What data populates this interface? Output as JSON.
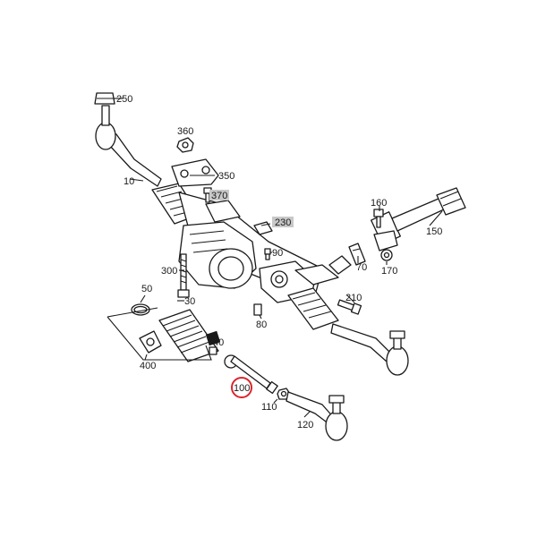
{
  "parts": {
    "p250": "250",
    "p360": "360",
    "p350": "350",
    "p370": "370",
    "p10": "10",
    "p230": "230",
    "p160": "160",
    "p150": "150",
    "p90": "90",
    "p70": "70",
    "p170": "170",
    "p300": "300",
    "p50": "50",
    "p30": "30",
    "p210": "210",
    "p80": "80",
    "p40": "40",
    "p400": "400",
    "p100": "100",
    "p110": "110",
    "p120": "120"
  },
  "colors": {
    "line": "#1a1a1a",
    "highlight_circle": "#d9262c",
    "label_box": "#c8c8c8"
  }
}
